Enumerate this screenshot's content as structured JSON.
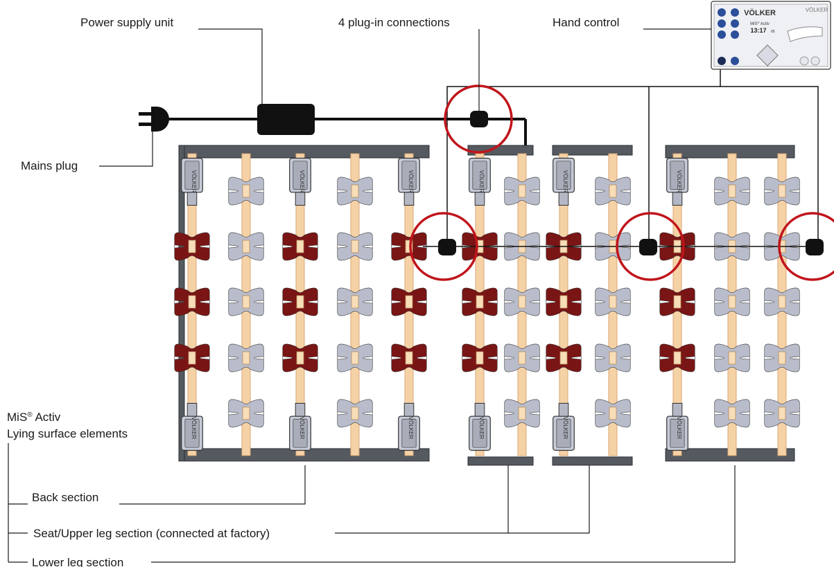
{
  "labels": {
    "power_supply": "Power supply unit",
    "plug_connections": "4 plug-in connections",
    "hand_control": "Hand control",
    "mains_plug": "Mains plug",
    "mis_line1_a": "MiS",
    "mis_line1_reg": "®",
    "mis_line1_b": " Activ",
    "mis_line2": "Lying surface elements",
    "back_section": "Back section",
    "seat_section": "Seat/Upper leg section (connected at factory)",
    "lower_leg_section": "Lower leg section"
  },
  "brand": {
    "motor_text": "VÖLKER",
    "remote_brand": "VÖLKER",
    "remote_brand_small": "VÖLKER",
    "remote_model_a": "MiS",
    "remote_model_reg": "®",
    "remote_model_b": " Activ",
    "remote_time_big": "13:17",
    "remote_time_small": "05"
  },
  "colors": {
    "red_element": "#7a1515",
    "grey_element": "#b9bccb",
    "highlight_ring": "#c0141b",
    "rod": "#f5d2a6",
    "frame": "#555a60"
  },
  "sections": [
    {
      "name": "back",
      "columns": [
        "red",
        "grey",
        "red",
        "grey",
        "red"
      ]
    },
    {
      "name": "seat",
      "columns": [
        "red",
        "grey"
      ]
    },
    {
      "name": "upper-leg",
      "columns": [
        "red",
        "grey"
      ]
    },
    {
      "name": "lower-leg",
      "columns": [
        "red",
        "grey",
        "grey",
        "red"
      ]
    }
  ]
}
